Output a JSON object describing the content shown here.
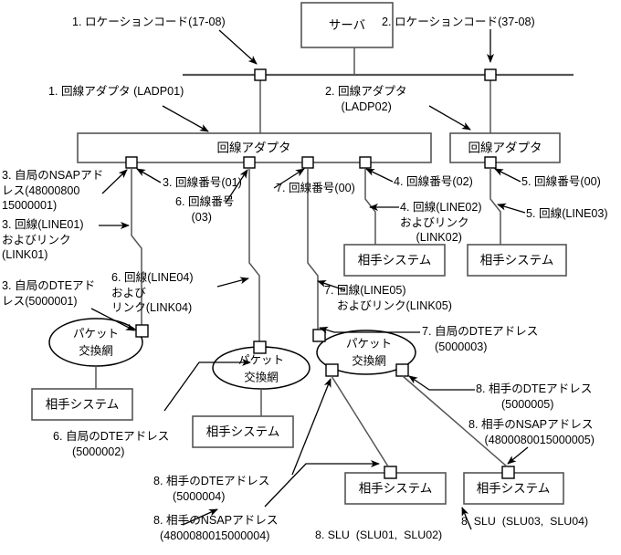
{
  "diagram": {
    "title": "",
    "colors": {
      "line": "#555555",
      "stroke": "#000000",
      "background": "#ffffff"
    },
    "nodes": {
      "server": "サーバ",
      "line_adapter_main": "回線アダプタ",
      "line_adapter_secondary": "回線アダプタ",
      "packet_net_1": {
        "line1": "パケット",
        "line2": "交換網"
      },
      "packet_net_2": {
        "line1": "パケット",
        "line2": "交換網"
      },
      "packet_net_3": {
        "line1": "パケット",
        "line2": "交換網"
      },
      "peer_system_1": "相手システム",
      "peer_system_2": "相手システム",
      "peer_system_3": "相手システム",
      "peer_system_4": "相手システム",
      "peer_system_5": "相手システム",
      "peer_system_6": "相手システム"
    },
    "annotations": [
      {
        "id": "a1",
        "text": "1. ロケーションコード(17-08)"
      },
      {
        "id": "a2",
        "text": "2. ロケーションコード(37-08)"
      },
      {
        "id": "a3",
        "text": "1. 回線アダプタ (LADP01)"
      },
      {
        "id": "a4",
        "text": "2. 回線アダプタ\n     (LADP02)"
      },
      {
        "id": "a5",
        "text": "3. 自局のNSAPアド\nレス(48000800\n15000001)"
      },
      {
        "id": "a6",
        "text": "3. 回線番号(01)"
      },
      {
        "id": "a7",
        "text": "7. 回線番号(00)"
      },
      {
        "id": "a8",
        "text": "4. 回線番号(02)"
      },
      {
        "id": "a9",
        "text": "5. 回線番号(00)"
      },
      {
        "id": "a10",
        "text": "3. 回線(LINE01)\nおよびリンク\n(LINK01)"
      },
      {
        "id": "a11",
        "text": "6. 回線番号\n     (03)"
      },
      {
        "id": "a12",
        "text": "4. 回線(LINE02)\nおよびリンク\n     (LINK02)"
      },
      {
        "id": "a13",
        "text": "5. 回線(LINE03)"
      },
      {
        "id": "a14",
        "text": "3. 自局のDTEアド\nレス(5000001)"
      },
      {
        "id": "a15",
        "text": "6. 回線(LINE04)\nおよび\nリンク(LINK04)"
      },
      {
        "id": "a16",
        "text": "7. 回線(LINE05)\n    およびリンク(LINK05)"
      },
      {
        "id": "a17",
        "text": "7. 自局のDTEアドレス\n    (5000003)"
      },
      {
        "id": "a18",
        "text": "8. 相手のDTEアドレス\n        (5000005)"
      },
      {
        "id": "a19",
        "text": "8. 相手のNSAPアドレス\n     (4800080015000005)"
      },
      {
        "id": "a20",
        "text": "6. 自局のDTEアドレス\n      (5000002)"
      },
      {
        "id": "a21",
        "text": "8. 相手のDTEアドレス\n      (5000004)"
      },
      {
        "id": "a22",
        "text": "8. 相手のNSAPアドレス\n  (4800080015000004)"
      },
      {
        "id": "a23",
        "text": "8. SLU  (SLU01,  SLU02)"
      },
      {
        "id": "a24",
        "text": "8. SLU  (SLU03,  SLU04)"
      }
    ]
  }
}
